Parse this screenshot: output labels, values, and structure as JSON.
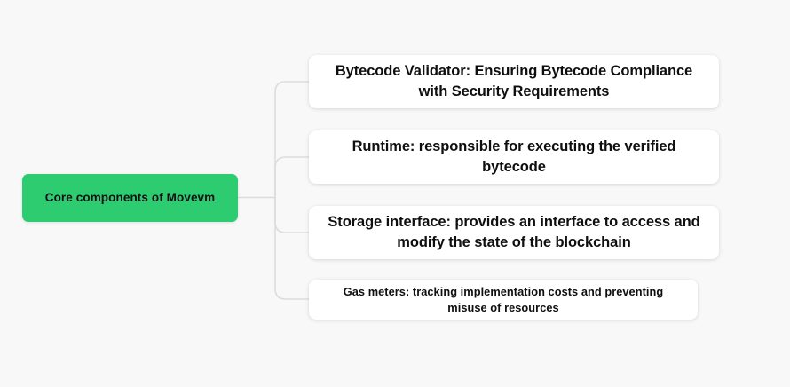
{
  "diagram": {
    "type": "mind-map",
    "background_color": "#f8f8f9",
    "connector_color": "#dcdcdc",
    "root": {
      "label": "Core components of Movevm",
      "fill_color": "#2ecc71",
      "text_color": "#101012"
    },
    "children": [
      {
        "label": "Bytecode Validator: Ensuring Bytecode Compliance with Security Requirements",
        "fill_color": "#ffffff",
        "text_color": "#0f0f11",
        "size": "big"
      },
      {
        "label": "Runtime: responsible for executing the verified bytecode",
        "fill_color": "#ffffff",
        "text_color": "#0f0f11",
        "size": "big"
      },
      {
        "label": "Storage interface: provides an interface to access and modify the state of the blockchain",
        "fill_color": "#ffffff",
        "text_color": "#0f0f11",
        "size": "big"
      },
      {
        "label": "Gas meters: tracking implementation costs and preventing misuse of resources",
        "fill_color": "#ffffff",
        "text_color": "#0f0f11",
        "size": "small"
      }
    ]
  }
}
